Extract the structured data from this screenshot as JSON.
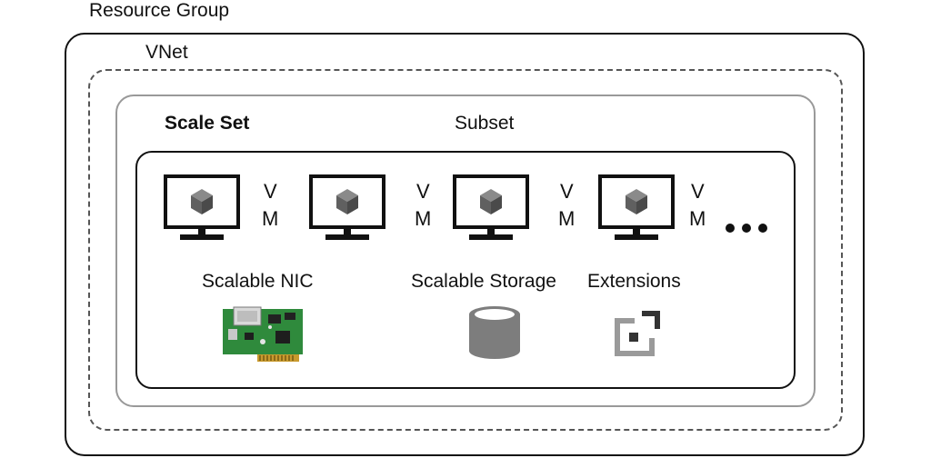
{
  "resource_group": {
    "label": "Resource Group"
  },
  "vnet": {
    "label": "VNet"
  },
  "scale_set": {
    "label": "Scale Set"
  },
  "subset": {
    "label": "Subset"
  },
  "vms": [
    {
      "line1": "V",
      "line2": "M"
    },
    {
      "line1": "V",
      "line2": "M"
    },
    {
      "line1": "V",
      "line2": "M"
    },
    {
      "line1": "V",
      "line2": "M"
    }
  ],
  "components": {
    "nic": {
      "label": "Scalable NIC",
      "icon": "network-card-icon"
    },
    "storage": {
      "label": "Scalable Storage",
      "icon": "storage-cylinder-icon"
    },
    "extensions": {
      "label": "Extensions",
      "icon": "extensions-icon"
    }
  },
  "colors": {
    "monitor": "#111111",
    "cube": "#606060",
    "storage": "#7d7d7d",
    "board": "#2f8a3c",
    "dashed_border": "#555555",
    "subset_border": "#999999"
  }
}
